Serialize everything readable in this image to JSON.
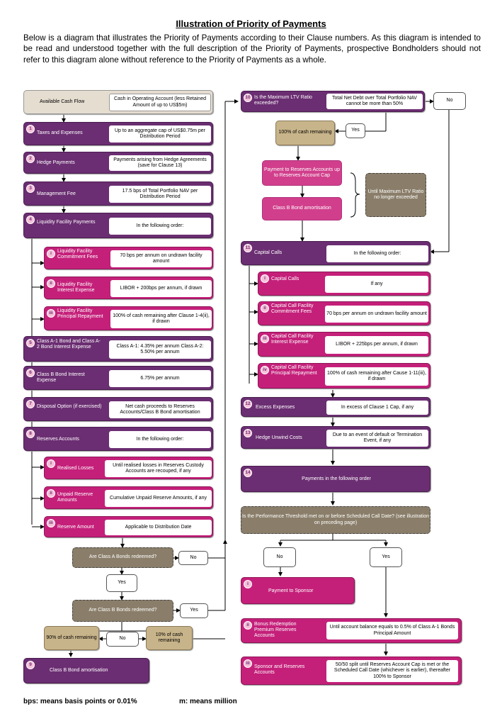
{
  "title": "Illustration of Priority of Payments",
  "intro": "Below is a diagram that illustrates the Priority of Payments according to their Clause numbers. As this diagram is intended to be read and understood together with the full description of the Priority of Payments, prospective Bondholders should not refer to this diagram alone without reference to the Priority of Payments as a whole.",
  "left": {
    "available": {
      "label": "Available Cash Flow",
      "desc": "Cash in Operating Account (less Retained Amount of up to US$5m)"
    },
    "c1": {
      "num": "1",
      "label": "Taxes and Expenses",
      "desc": "Up to an aggregate cap of US$0.75m per Distribution Period"
    },
    "c2": {
      "num": "2",
      "label": "Hedge Payments",
      "desc": "Payments arising from Hedge Agreements (save for Clause 13)"
    },
    "c3": {
      "num": "3",
      "label": "Management Fee",
      "desc": "17.5 bps of Total Portfolio NAV per Distribution Period"
    },
    "c4": {
      "num": "4",
      "label": "Liquidity Facility Payments",
      "desc": "In the following order:"
    },
    "c4i": {
      "num": "i",
      "label": "Liquidity Facility Commitment Fees",
      "desc": "70 bps per annum on undrawn facility amount"
    },
    "c4ii": {
      "num": "ii",
      "label": "Liquidity Facility Interest Expense",
      "desc": "LIBOR + 200bps per annum, if drawn"
    },
    "c4iii": {
      "num": "iii",
      "label": "Liquidity Facility Principal Repayment",
      "desc": "100% of cash remaining after Clause 1-4(ii), if drawn"
    },
    "c5": {
      "num": "5",
      "label": "Class A-1 Bond and Class A-2 Bond Interest Expense",
      "desc": "Class A-1: 4.35% per annum Class A-2: 5.50% per annum"
    },
    "c6": {
      "num": "6",
      "label": "Class B Bond Interest Expense",
      "desc": "6.75% per annum"
    },
    "c7": {
      "num": "7",
      "label": "Disposal Option (if exercised)",
      "desc": "Net cash proceeds to Reserves Accounts/Class B Bond amortisation"
    },
    "c8": {
      "num": "8",
      "label": "Reserves Accounts",
      "desc": "In the following order:"
    },
    "c8i": {
      "num": "i",
      "label": "Realised Losses",
      "desc": "Until realised losses in Reserves Custody Accounts are recouped, if any"
    },
    "c8ii": {
      "num": "ii",
      "label": "Unpaid Reserve Amounts",
      "desc": "Cumulative Unpaid Reserve Amounts, if any"
    },
    "c8iii": {
      "num": "iii",
      "label": "Reserve Amount",
      "desc": "Applicable to Distribution Date"
    },
    "qA": "Are Class A Bonds redeemed?",
    "noA": "No",
    "yesA": "Yes",
    "qB": "Are Class B Bonds redeemed?",
    "yesB": "Yes",
    "noB": "No",
    "pct90": "90% of cash remaining",
    "pct10": "10% of cash remaining",
    "c9": {
      "num": "9",
      "label": "Class B Bond amortisation"
    }
  },
  "right": {
    "c10": {
      "num": "10",
      "label": "Is the Maximum LTV Ratio exceeded?",
      "desc": "Total Net Debt over Total Portfolio NAV cannot be more than 50%"
    },
    "no10": "No",
    "yes10": "Yes",
    "pct100": "100% of cash remaining",
    "payReserves": "Payment to Reserves Accounts up to Reserves Account Cap",
    "classB": "Class B Bond amortisation",
    "untilLtv": "Until Maximum LTV Ratio no longer exceeded",
    "c11": {
      "num": "11",
      "label": "Capital Calls",
      "desc": "In the following order:"
    },
    "c11i": {
      "num": "i",
      "label": "Capital Calls",
      "desc": "If any"
    },
    "c11ii": {
      "num": "ii",
      "label": "Capital Call Facility Commitment Fees",
      "desc": "70 bps per annum on undrawn facility amount"
    },
    "c11iii": {
      "num": "iii",
      "label": "Capital Call Facility Interest Expense",
      "desc": "LIBOR + 225bps per annum, if drawn"
    },
    "c11iv": {
      "num": "iv",
      "label": "Capital Call Facility Principal Repayment",
      "desc": "100% of cash remaining after Cause 1-11(iii), if drawn"
    },
    "c12": {
      "num": "12",
      "label": "Excess Expenses",
      "desc": "In excess of Clause 1 Cap, if any"
    },
    "c13": {
      "num": "13",
      "label": "Hedge Unwind Costs",
      "desc": "Due to an event of default or Termination Event, if any"
    },
    "c14": {
      "num": "14",
      "label": "Payments in the following order"
    },
    "qPerf": "Is the Performance Threshold met on or before Scheduled Call Date? (see illustration on preceding page)",
    "noPerf": "No",
    "yesPerf": "Yes",
    "c14i": {
      "num": "i",
      "label": "Payment to Sponsor"
    },
    "c14ii": {
      "num": "ii",
      "label": "Bonus Redemption Premium Reserves Accounts",
      "desc": "Until account balance equals to 0.5% of Class A-1 Bonds Principal Amount"
    },
    "c14iii": {
      "num": "iii",
      "label": "Sponsor and Reserves Accounts",
      "desc": "50/50 split until Reserves Account Cap is met or the Scheduled Call Date (whichever is earlier), thereafter 100% to Sponsor"
    }
  },
  "footnotes": {
    "bps": "bps: means basis points or 0.01%",
    "m": "m: means million"
  }
}
